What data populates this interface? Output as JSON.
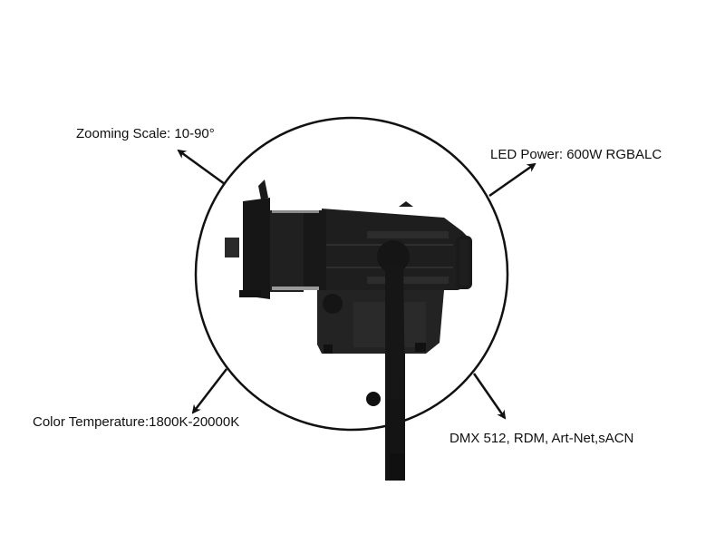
{
  "labels": {
    "top_left": "Zooming Scale: 10-90°",
    "top_right": "LED Power: 600W RGBALC",
    "bottom_left": "Color Temperature:1800K-20000K",
    "bottom_right": "DMX 512, RDM, Art-Net,sACN"
  },
  "product": {
    "icon": "profile-spotlight-fixture",
    "color": "#1a1a1a"
  },
  "colors": {
    "background": "#ffffff",
    "line": "#111111"
  }
}
